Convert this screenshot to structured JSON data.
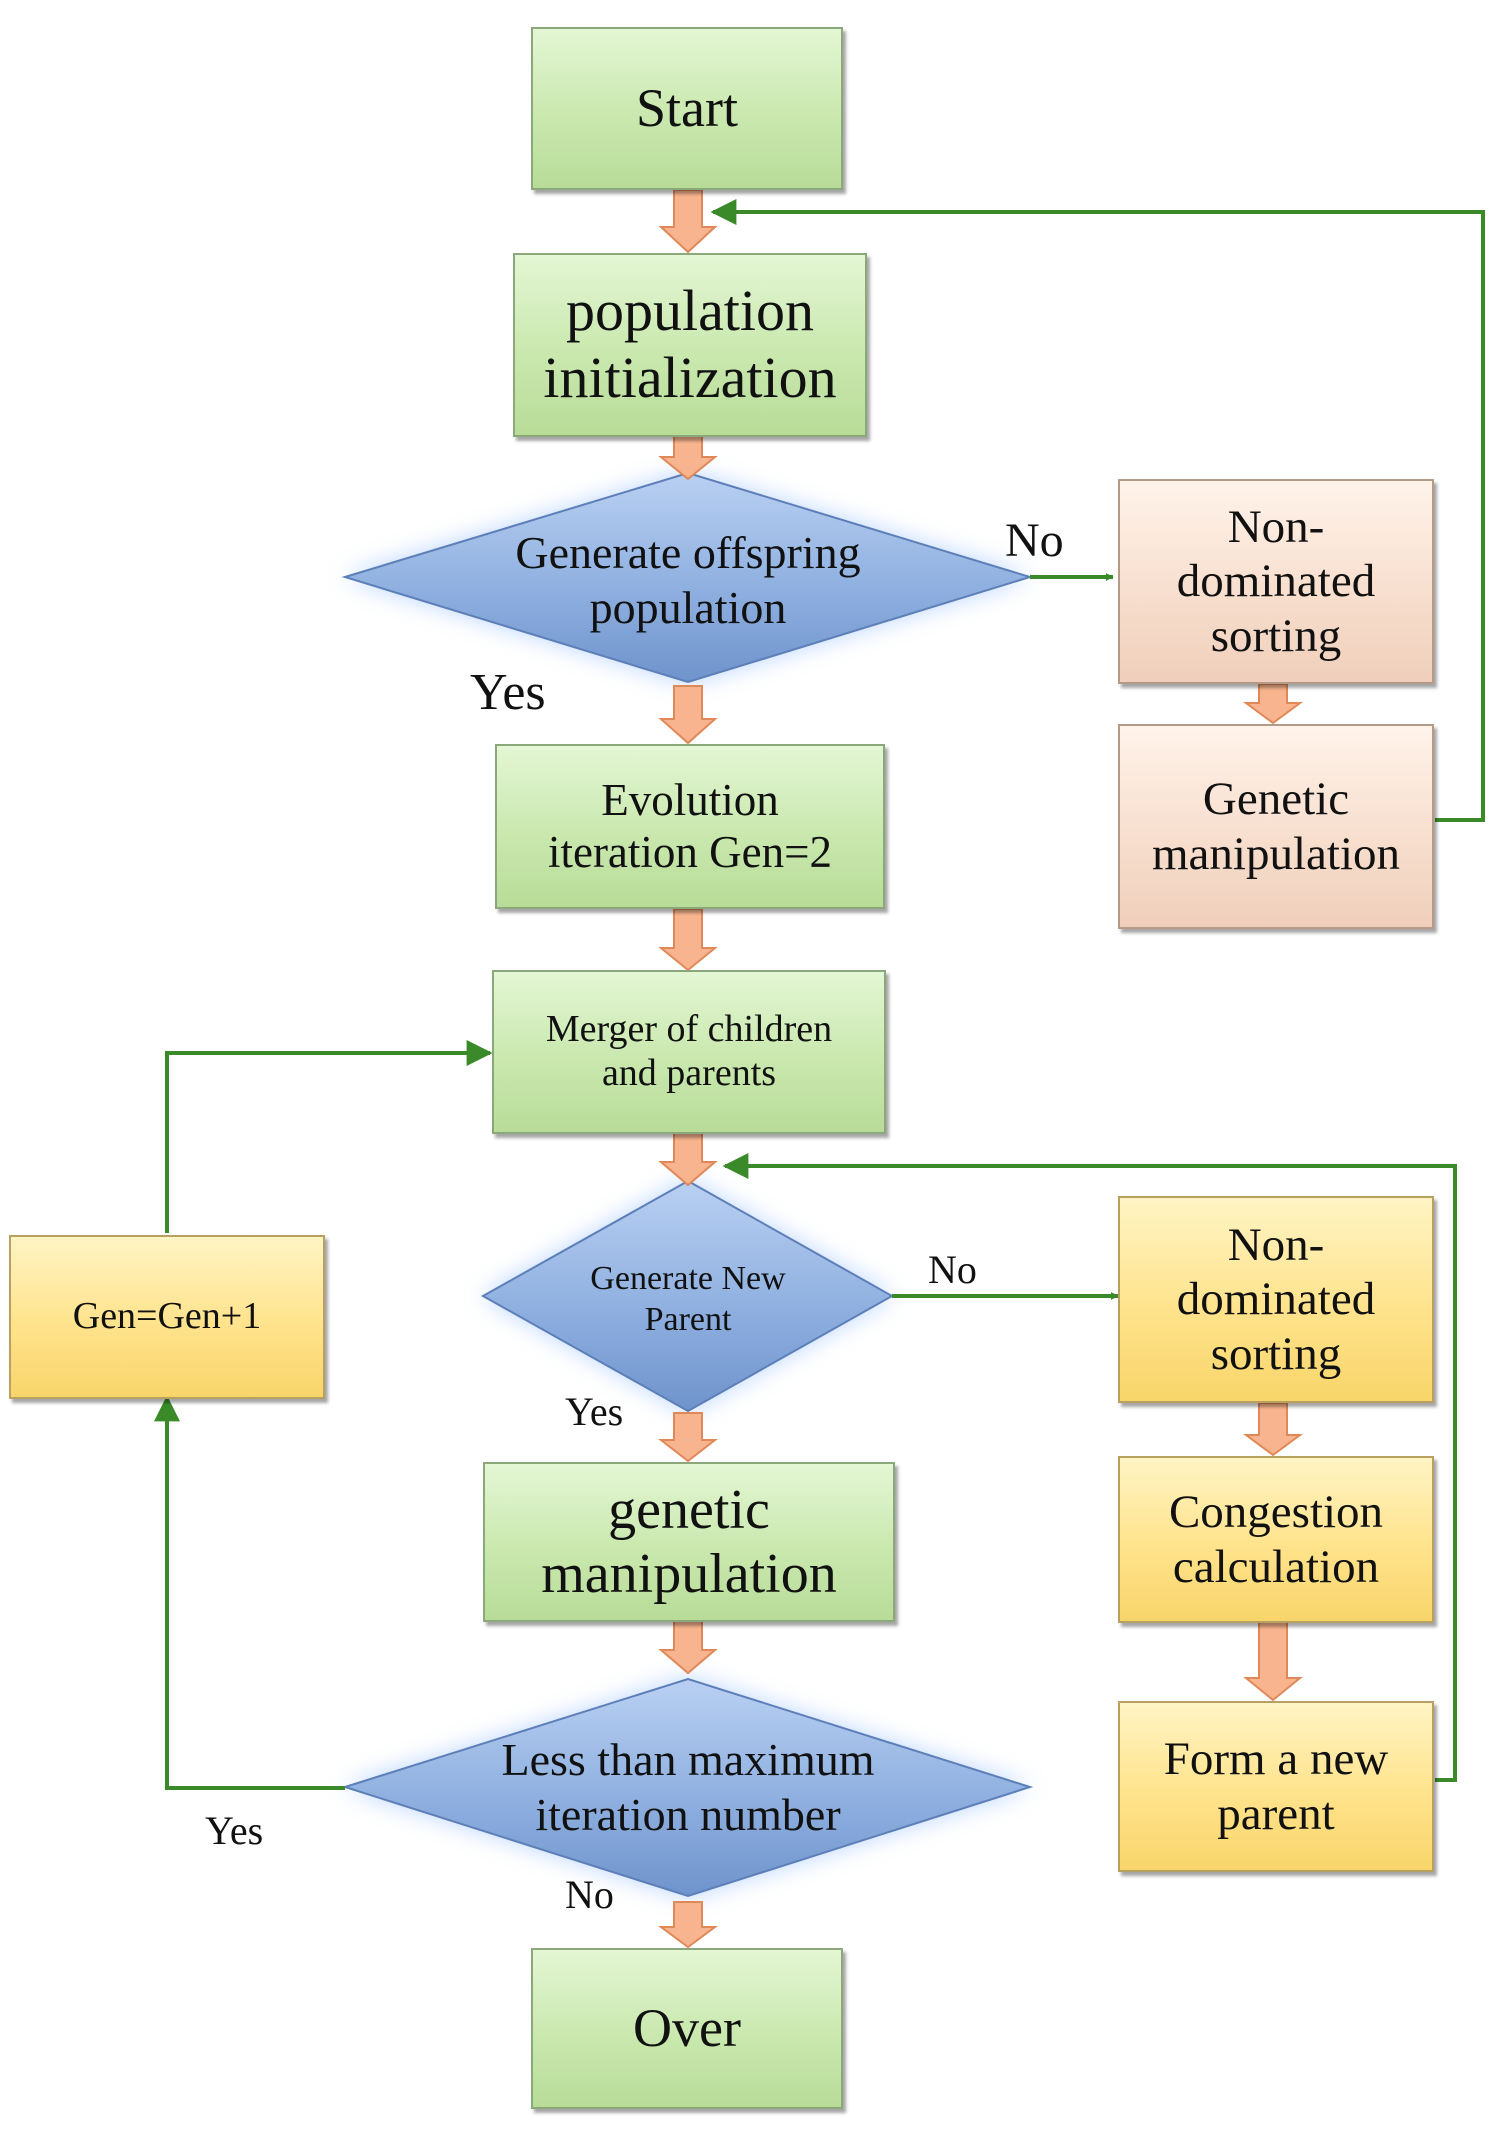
{
  "nodes": {
    "start": [
      "Start"
    ],
    "population_init": [
      "population",
      "initialization"
    ],
    "generate_offspring": [
      "Generate offspring",
      "population"
    ],
    "nds_top": [
      "Non-",
      "dominated",
      "sorting"
    ],
    "genetic_manip_top": [
      "Genetic",
      "manipulation"
    ],
    "evolution_iteration": [
      "Evolution",
      "iteration Gen=2"
    ],
    "merger": [
      "Merger of children",
      "and parents"
    ],
    "gen_increment": [
      "Gen=Gen+1"
    ],
    "generate_new_parent": [
      "Generate New",
      "Parent"
    ],
    "nds_bottom": [
      "Non-",
      "dominated",
      "sorting"
    ],
    "genetic_manip_main": [
      "genetic",
      "manipulation"
    ],
    "congestion": [
      "Congestion",
      "calculation"
    ],
    "less_than_max": [
      "Less than maximum",
      "iteration number"
    ],
    "form_parent": [
      "Form a new",
      "parent"
    ],
    "over": [
      "Over"
    ]
  },
  "labels": {
    "no_offspring": "No",
    "yes_offspring": "Yes",
    "no_new_parent": "No",
    "yes_new_parent": "Yes",
    "yes_loop": "Yes",
    "no_end": "No"
  },
  "colors": {
    "process_green": "#c9e8ae",
    "branch_peach": "#f7ddcc",
    "branch_yellow": "#ffe38c",
    "decision_blue": "#8fb0e0",
    "arrow_orange": "#f4a77c",
    "connector_green": "#3a8a2a"
  }
}
